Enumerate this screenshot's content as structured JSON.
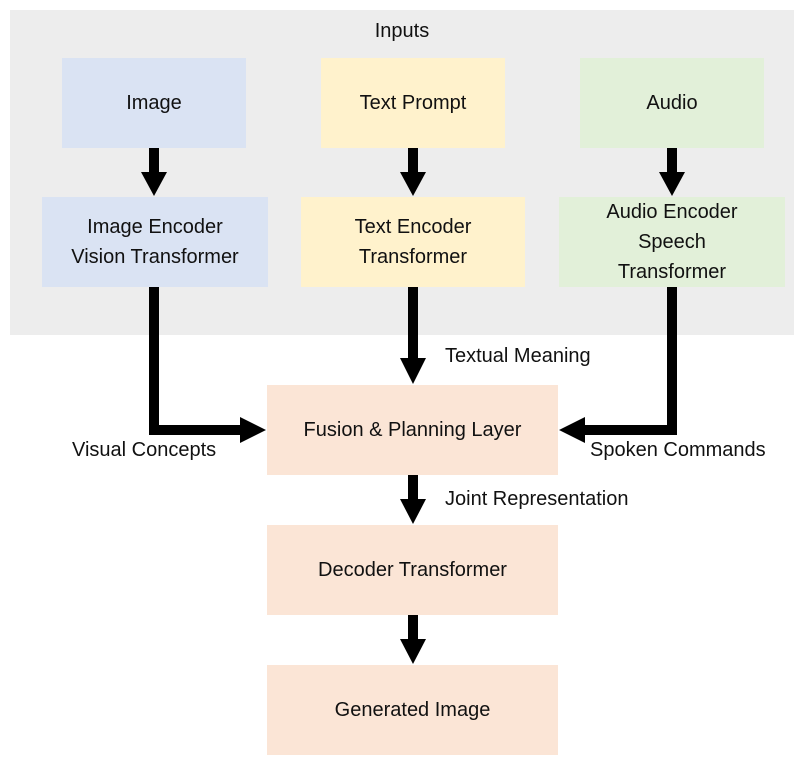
{
  "title": "Inputs",
  "colors": {
    "panel": "#ededed",
    "image_column": "#dae3f3",
    "text_column": "#fff2cc",
    "audio_column": "#e2f0d9",
    "core": "#fbe5d6",
    "arrow": "#000000"
  },
  "nodes": {
    "image": "Image",
    "text_prompt": "Text Prompt",
    "audio": "Audio",
    "image_encoder": [
      "Image Encoder",
      "Vision Transformer"
    ],
    "text_encoder": [
      "Text Encoder",
      "Transformer"
    ],
    "audio_encoder": [
      "Audio Encoder",
      "Speech",
      "Transformer"
    ],
    "fusion": "Fusion & Planning Layer",
    "decoder": "Decoder Transformer",
    "output": "Generated Image"
  },
  "edge_labels": {
    "textual_meaning": "Textual Meaning",
    "visual_concepts": "Visual Concepts",
    "spoken_commands": "Spoken Commands",
    "joint_representation": "Joint Representation"
  }
}
